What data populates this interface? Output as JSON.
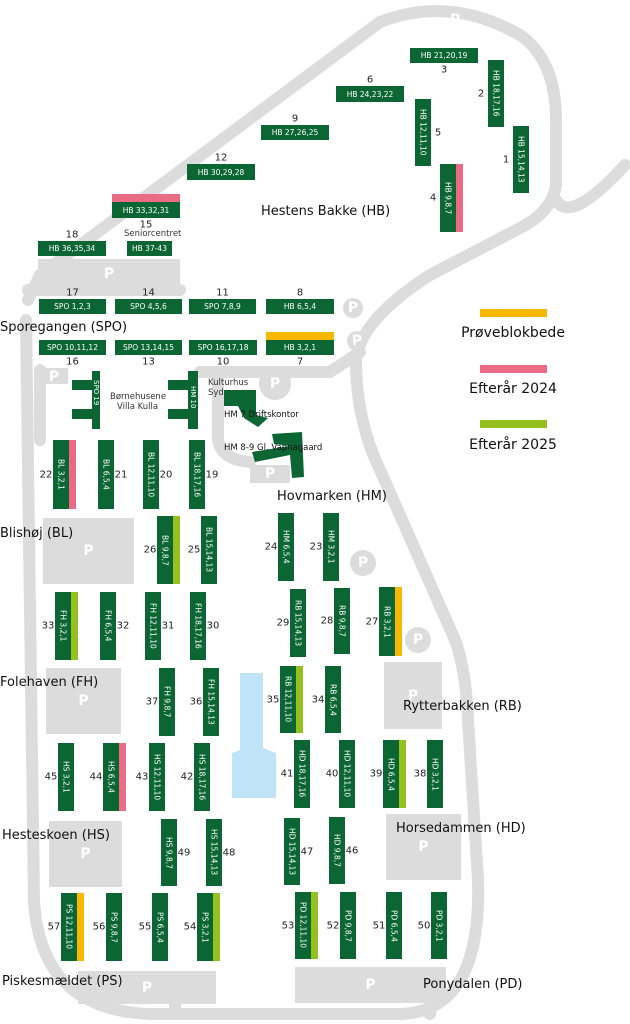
{
  "colors": {
    "building": "#0b6634",
    "road": "#dcdcdc",
    "pond": "#bfe3f7",
    "yellow": "#f9b800",
    "pink": "#ec6b84",
    "green": "#95c11f"
  },
  "parking_label": "P",
  "legend": [
    {
      "label": "Prøveblokbede",
      "color": "yellow"
    },
    {
      "label": "Efterår 2024",
      "color": "pink"
    },
    {
      "label": "Efterår 2025",
      "color": "green"
    }
  ],
  "areas": {
    "hb": "Hestens Bakke (HB)",
    "spo": "Sporegangen (SPO)",
    "hm": "Hovmarken (HM)",
    "bl": "Blishøj (BL)",
    "fh": "Folehaven (FH)",
    "rb": "Rytterbakken (RB)",
    "hs": "Hesteskoen (HS)",
    "hd": "Horsedammen (HD)",
    "ps": "Piskesmældet (PS)",
    "pd": "Ponydalen (PD)"
  },
  "places": {
    "seniorcentret": "Seniorcentret",
    "bornehusene_1": "Børnehusene",
    "bornehusene_2": "Villa Kulla",
    "kulturhus_1": "Kulturhus",
    "kulturhus_2": "Syd",
    "hm7": "HM 7 Driftskontor",
    "hm89": "HM 8-9 Gl. Vapnagaard",
    "spo19": "SPO 19",
    "hm10": "HM 10"
  },
  "buildings": [
    {
      "num": "1",
      "label": "HB 15,14,13",
      "mark": null
    },
    {
      "num": "2",
      "label": "HB 18,17,16",
      "mark": null
    },
    {
      "num": "3",
      "label": "HB 21,20,19",
      "mark": null
    },
    {
      "num": "4",
      "label": "HB 9,8,7",
      "mark": "pink"
    },
    {
      "num": "5",
      "label": "HB 12,11,10",
      "mark": null
    },
    {
      "num": "6",
      "label": "HB 24,23,22",
      "mark": null
    },
    {
      "num": "7",
      "label": "HB 3,2,1",
      "mark": "yellow"
    },
    {
      "num": "8",
      "label": "HB 6,5,4",
      "mark": null
    },
    {
      "num": "9",
      "label": "HB 27,26,25",
      "mark": null
    },
    {
      "num": "10",
      "label": "SPO 16,17,18",
      "mark": null
    },
    {
      "num": "11",
      "label": "SPO 7,8,9",
      "mark": null
    },
    {
      "num": "12",
      "label": "HB 30,29,28",
      "mark": null
    },
    {
      "num": "13",
      "label": "SPO 13,14,15",
      "mark": null
    },
    {
      "num": "14",
      "label": "SPO 4,5,6",
      "mark": null
    },
    {
      "num": "15",
      "label": "HB 33,32,31",
      "mark": "pink"
    },
    {
      "num": "16",
      "label": "SPO 10,11,12",
      "mark": null
    },
    {
      "num": "17",
      "label": "SPO 1,2,3",
      "mark": null
    },
    {
      "num": "18",
      "label": "HB 36,35,34",
      "mark": null
    },
    {
      "num": "",
      "label": "HB 37-43",
      "mark": null
    },
    {
      "num": "19",
      "label": "BL 18,17,16",
      "mark": null
    },
    {
      "num": "20",
      "label": "BL 12,11,10",
      "mark": null
    },
    {
      "num": "21",
      "label": "BL 6,5,4",
      "mark": null
    },
    {
      "num": "22",
      "label": "BL 3,2,1",
      "mark": "pink"
    },
    {
      "num": "23",
      "label": "HM 3,2,1",
      "mark": null
    },
    {
      "num": "24",
      "label": "HM 6,5,4",
      "mark": null
    },
    {
      "num": "25",
      "label": "BL 15,14,13",
      "mark": null
    },
    {
      "num": "26",
      "label": "BL 9,8,7",
      "mark": "green"
    },
    {
      "num": "27",
      "label": "RB 3,2,1",
      "mark": "yellow"
    },
    {
      "num": "28",
      "label": "RB 9,8,7",
      "mark": null
    },
    {
      "num": "29",
      "label": "RB 15,14,13",
      "mark": null
    },
    {
      "num": "30",
      "label": "FH 18,17,16",
      "mark": null
    },
    {
      "num": "31",
      "label": "FH 12,11,10",
      "mark": null
    },
    {
      "num": "32",
      "label": "FH 6,5,4",
      "mark": null
    },
    {
      "num": "33",
      "label": "FH 3,2,1",
      "mark": "green"
    },
    {
      "num": "34",
      "label": "RB 6,5,4",
      "mark": null
    },
    {
      "num": "35",
      "label": "RB 12,11,10",
      "mark": "green"
    },
    {
      "num": "36",
      "label": "FH 15,14,13",
      "mark": null
    },
    {
      "num": "37",
      "label": "FH 9,8,7",
      "mark": null
    },
    {
      "num": "38",
      "label": "HD 3,2,1",
      "mark": null
    },
    {
      "num": "39",
      "label": "HD 6,5,4",
      "mark": "green"
    },
    {
      "num": "40",
      "label": "HD 12,11,10",
      "mark": null
    },
    {
      "num": "41",
      "label": "HD 18,17,16",
      "mark": null
    },
    {
      "num": "42",
      "label": "HS 18,17,16",
      "mark": null
    },
    {
      "num": "43",
      "label": "HS 12,11,10",
      "mark": null
    },
    {
      "num": "44",
      "label": "HS 6,5,4",
      "mark": "pink"
    },
    {
      "num": "45",
      "label": "HS 3,2,1",
      "mark": null
    },
    {
      "num": "46",
      "label": "HD 9,8,7",
      "mark": null
    },
    {
      "num": "47",
      "label": "HD 15,14,13",
      "mark": null
    },
    {
      "num": "48",
      "label": "HS 15,14,13",
      "mark": null
    },
    {
      "num": "49",
      "label": "HS 9,8,7",
      "mark": null
    },
    {
      "num": "50",
      "label": "PD 3,2,1",
      "mark": null
    },
    {
      "num": "51",
      "label": "PD 6,5,4",
      "mark": null
    },
    {
      "num": "52",
      "label": "PD 9,8,7",
      "mark": null
    },
    {
      "num": "53",
      "label": "PD 12,11,10",
      "mark": "green"
    },
    {
      "num": "54",
      "label": "PS 3,2,1",
      "mark": "green"
    },
    {
      "num": "55",
      "label": "PS 6,5,4",
      "mark": null
    },
    {
      "num": "56",
      "label": "PS 9,8,7",
      "mark": null
    },
    {
      "num": "57",
      "label": "PS 12,11,10",
      "mark": "yellow"
    }
  ]
}
